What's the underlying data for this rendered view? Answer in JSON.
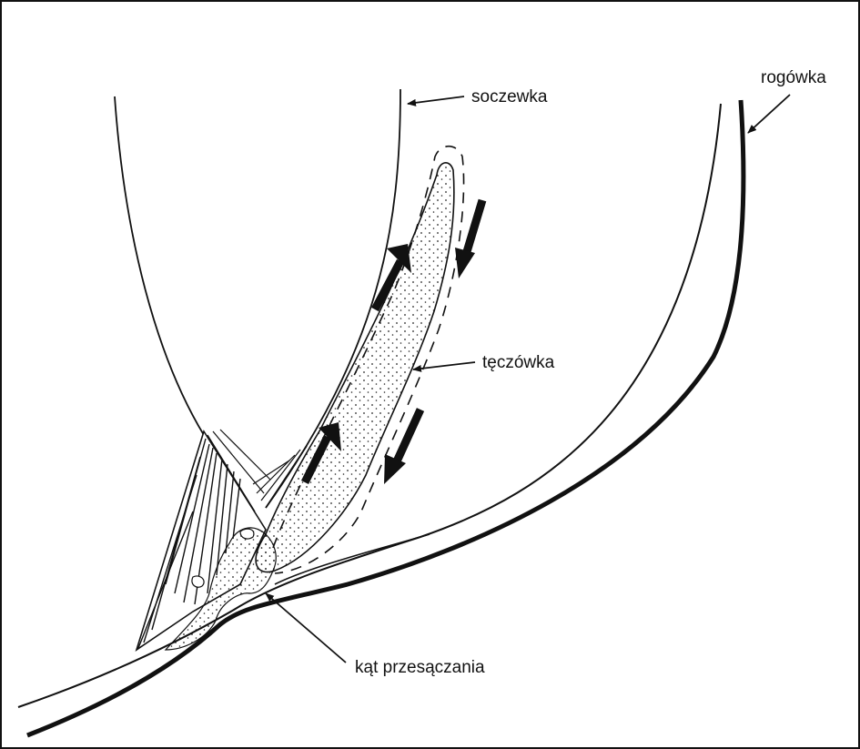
{
  "figure": {
    "labels": {
      "lens": "soczewka",
      "cornea": "rogówka",
      "iris": "tęczówka",
      "drainage_angle": "kąt przesączania"
    },
    "colors": {
      "ink": "#111111",
      "background": "#ffffff"
    }
  }
}
